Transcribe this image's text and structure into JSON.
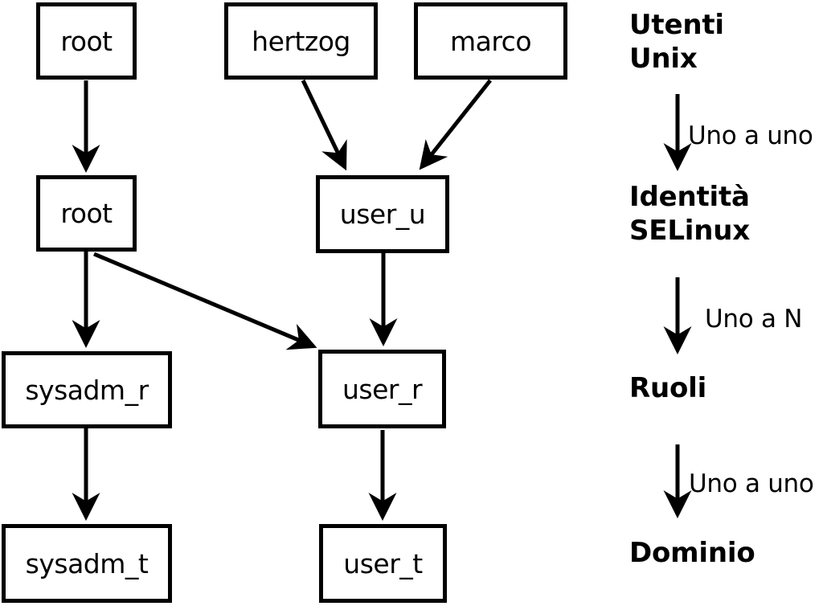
{
  "colors": {
    "line": "#000000",
    "background": "#ffffff"
  },
  "nodes": {
    "unix_root": "root",
    "unix_hertzog": "hertzog",
    "unix_marco": "marco",
    "selinux_root": "root",
    "selinux_user_u": "user_u",
    "role_sysadm_r": "sysadm_r",
    "role_user_r": "user_r",
    "domain_sysadm_t": "sysadm_t",
    "domain_user_t": "user_t"
  },
  "edges": [
    {
      "from": "unix_root",
      "to": "selinux_root"
    },
    {
      "from": "unix_hertzog",
      "to": "selinux_user_u"
    },
    {
      "from": "unix_marco",
      "to": "selinux_user_u"
    },
    {
      "from": "selinux_root",
      "to": "role_sysadm_r"
    },
    {
      "from": "selinux_root",
      "to": "role_user_r"
    },
    {
      "from": "selinux_user_u",
      "to": "role_user_r"
    },
    {
      "from": "role_sysadm_r",
      "to": "domain_sysadm_t"
    },
    {
      "from": "role_user_r",
      "to": "domain_user_t"
    }
  ],
  "legend": {
    "level1_line1": "Utenti",
    "level1_line2": "Unix",
    "mapping1": "Uno a uno",
    "level2_line1": "Identità",
    "level2_line2": "SELinux",
    "mapping2": "Uno a N",
    "level3": "Ruoli",
    "mapping3": "Uno a uno",
    "level4": "Dominio"
  }
}
